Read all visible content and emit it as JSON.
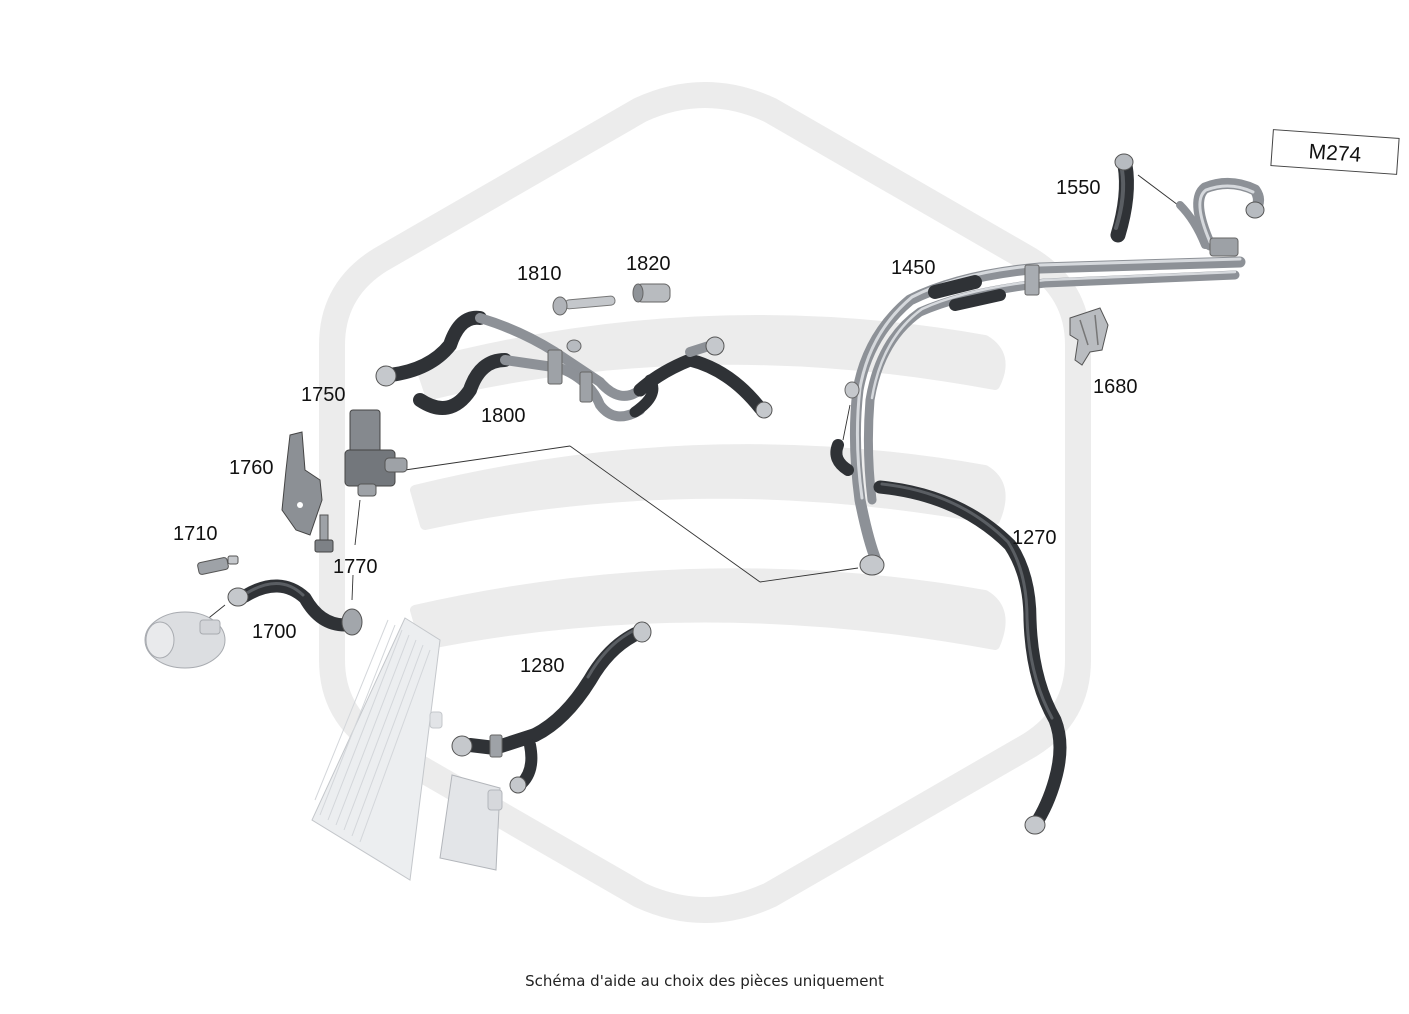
{
  "engine_code": "M274",
  "footer_note": "Schéma d'aide au choix des pièces uniquement",
  "part_numbers": {
    "p1270": "1270",
    "p1280": "1280",
    "p1450": "1450",
    "p1550": "1550",
    "p1680": "1680",
    "p1700": "1700",
    "p1710": "1710",
    "p1750": "1750",
    "p1760": "1760",
    "p1770": "1770",
    "p1800": "1800",
    "p1810": "1810",
    "p1820": "1820"
  },
  "colors": {
    "watermark": "#ececec",
    "hose_black": "#2f3236",
    "pipe_grey": "#8d9197",
    "part_light": "#c9ccd1"
  }
}
